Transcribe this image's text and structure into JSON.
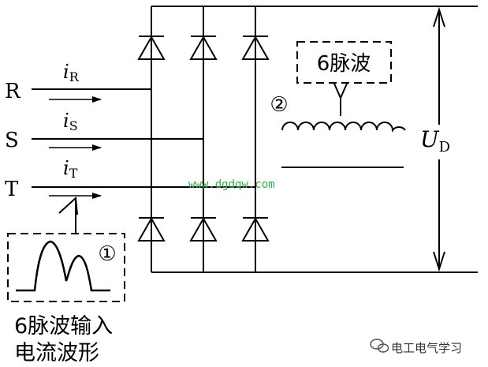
{
  "phases": {
    "r": {
      "name": "R",
      "current_symbol": "i",
      "current_sub": "R"
    },
    "s": {
      "name": "S",
      "current_symbol": "i",
      "current_sub": "S"
    },
    "t": {
      "name": "T",
      "current_symbol": "i",
      "current_sub": "T"
    }
  },
  "output_voltage": {
    "symbol": "U",
    "sub": "D"
  },
  "callout_dc": {
    "number": "②",
    "label": "6脉波"
  },
  "callout_ac": {
    "number": "①",
    "caption_line1": "6脉波输入",
    "caption_line2": "电流波形"
  },
  "watermark": "www.dgdqw.com",
  "source_badge": {
    "icon": "wechat-icon",
    "text": "电工电气学习"
  }
}
